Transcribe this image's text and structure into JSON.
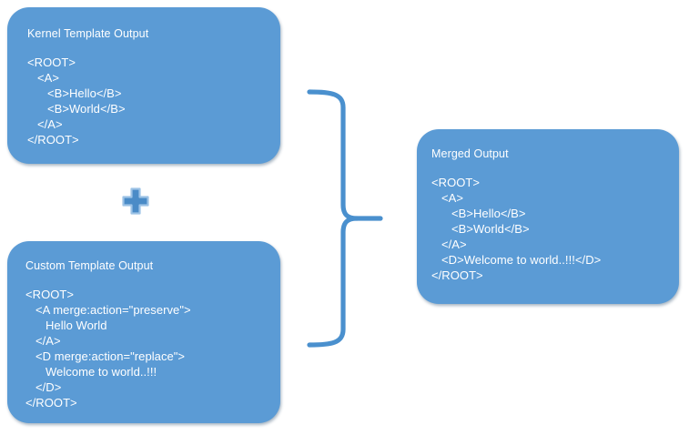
{
  "diagram": {
    "title": "XML template merge diagram",
    "accent_color": "#5B9BD5",
    "panel_text_color": "#FFFFFF",
    "background_color": "#FFFFFF"
  },
  "panels": {
    "kernel": {
      "title": "Kernel Template Output",
      "code": "<ROOT>\n   <A>\n      <B>Hello</B>\n      <B>World</B>\n   </A>\n</ROOT>"
    },
    "custom": {
      "title": "Custom Template Output",
      "code": "<ROOT>\n   <A merge:action=\"preserve\">\n      Hello World\n   </A>\n   <D merge:action=\"replace\">\n      Welcome to world..!!!\n   </D>\n</ROOT>"
    },
    "merged": {
      "title": "Merged Output",
      "code": "<ROOT>\n   <A>\n      <B>Hello</B>\n      <B>World</B>\n   </A>\n   <D>Welcome to world..!!!</D>\n</ROOT>"
    }
  },
  "connectors": {
    "plus": {
      "icon": "plus-icon",
      "label": "+",
      "fill": "#4A8BC7",
      "stroke": "#9DC3E6"
    },
    "brace": {
      "icon": "right-curly-brace-icon",
      "label": "}",
      "stroke": "#4A90CE"
    }
  }
}
